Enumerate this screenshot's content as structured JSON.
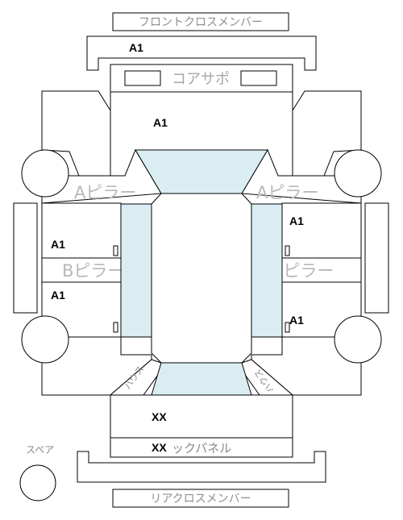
{
  "labels": {
    "front_cross_member": "フロントクロスメンバー",
    "core_support": "コアサポ",
    "a_pillar_left": "Aピラー",
    "a_pillar_right": "Aピラー",
    "b_pillar_left": "Bピラー",
    "b_pillar_right": "Bピラー",
    "inside_house_left": "ハウス",
    "inside_house_right": "ハウス",
    "back_panel": "ックパネル",
    "spare": "スペア",
    "rear_cross_member": "リアクロスメンバー"
  },
  "marks": {
    "front_cross_member": "A1",
    "core_support": "A1",
    "front_right_door": "A1",
    "front_left_door": "A1",
    "rear_left_door": "A1",
    "rear_right_door": "A1",
    "trunk_floor": "XX",
    "back_panel": "XX"
  }
}
